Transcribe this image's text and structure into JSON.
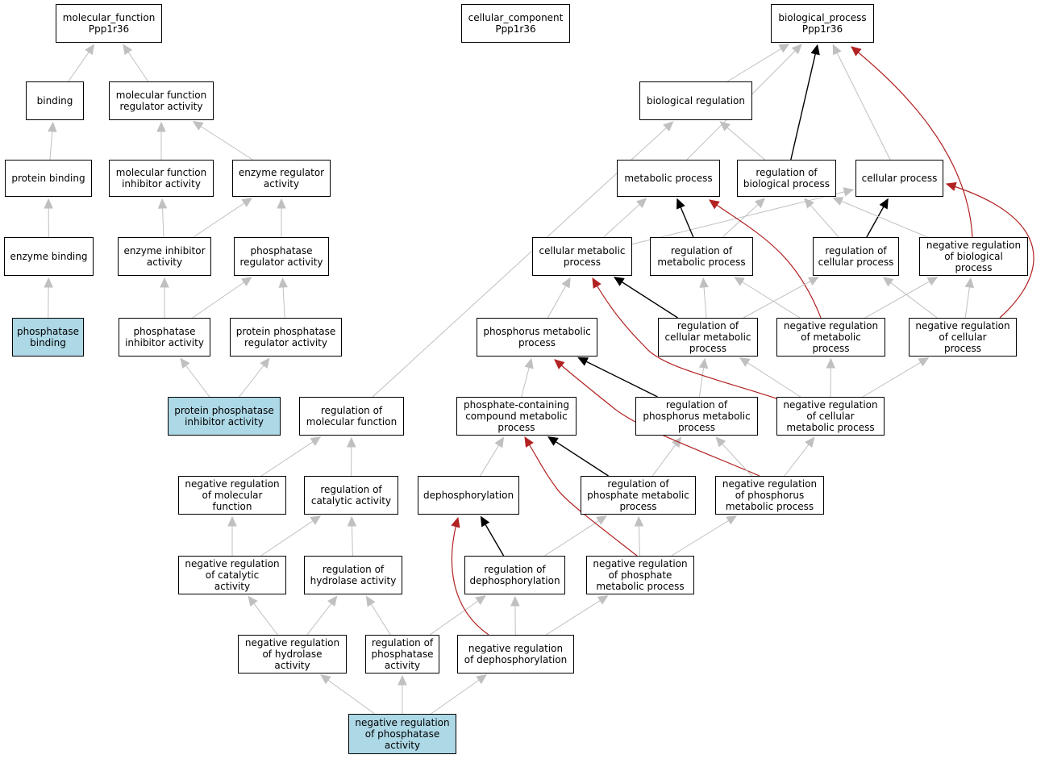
{
  "colors": {
    "default_edge": "#c0c0c0",
    "is_a_edge": "#000000",
    "negatively_regulates_edge": "#b22222",
    "highlight_fill": "#add8e6",
    "node_border": "#000000"
  },
  "nodes": {
    "mf": "molecular_function\nPpp1r36",
    "cc": "cellular_component\nPpp1r36",
    "bp": "biological_process\nPpp1r36",
    "binding": "binding",
    "mfra": "molecular function\nregulator activity",
    "biolreg": "biological regulation",
    "protbind": "protein binding",
    "mfia": "molecular function\ninhibitor activity",
    "enzreg": "enzyme regulator\nactivity",
    "metproc": "metabolic process",
    "regbp": "regulation of\nbiological process",
    "cellproc": "cellular process",
    "enzbind": "enzyme binding",
    "enzinh": "enzyme inhibitor\nactivity",
    "phosreg": "phosphatase\nregulator activity",
    "cellmet": "cellular metabolic\nprocess",
    "regmet": "regulation of\nmetabolic process",
    "regcell": "regulation of\ncellular process",
    "negregbp": "negative regulation\nof biological\nprocess",
    "phosbind": "phosphatase\nbinding",
    "phosinh": "phosphatase\ninhibitor activity",
    "ppreg": "protein phosphatase\nregulator activity",
    "phosmet": "phosphorus metabolic\nprocess",
    "regcellmet": "regulation of\ncellular metabolic\nprocess",
    "negregmet": "negative regulation\nof metabolic\nprocess",
    "negregcell": "negative regulation\nof cellular\nprocess",
    "ppinh": "protein phosphatase\ninhibitor activity",
    "regmf": "regulation of\nmolecular function",
    "phoscont": "phosphate-containing\ncompound metabolic\nprocess",
    "regphosmet": "regulation of\nphosphorus metabolic\nprocess",
    "negregcellmet": "negative regulation\nof cellular\nmetabolic process",
    "negregmf": "negative regulation\nof molecular\nfunction",
    "regcat": "regulation of\ncatalytic activity",
    "dephos": "dephosphorylation",
    "regphatemet": "regulation of\nphosphate metabolic\nprocess",
    "negregphosmet": "negative regulation\nof phosphorus\nmetabolic process",
    "negregcat": "negative regulation\nof catalytic\nactivity",
    "reghydro": "regulation of\nhydrolase activity",
    "regdephos": "regulation of\ndephosphorylation",
    "negregphatemet": "negative regulation\nof phosphate\nmetabolic process",
    "negreghydro": "negative regulation\nof hydrolase\nactivity",
    "regphosact": "regulation of\nphosphatase\nactivity",
    "negregdephos": "negative regulation\nof dephosphorylation",
    "negregphosact": "negative regulation\nof phosphatase\nactivity"
  },
  "highlighted": [
    "phosbind",
    "ppinh",
    "negregphosact"
  ],
  "edges": [
    [
      "binding",
      "mf",
      "default"
    ],
    [
      "mfra",
      "mf",
      "default"
    ],
    [
      "protbind",
      "binding",
      "default"
    ],
    [
      "mfia",
      "mfra",
      "default"
    ],
    [
      "enzreg",
      "mfra",
      "default"
    ],
    [
      "enzbind",
      "protbind",
      "default"
    ],
    [
      "enzinh",
      "mfia",
      "default"
    ],
    [
      "enzinh",
      "enzreg",
      "default"
    ],
    [
      "phosreg",
      "enzreg",
      "default"
    ],
    [
      "phosbind",
      "enzbind",
      "default"
    ],
    [
      "phosinh",
      "enzinh",
      "default"
    ],
    [
      "phosinh",
      "phosreg",
      "default"
    ],
    [
      "ppreg",
      "phosreg",
      "default"
    ],
    [
      "ppinh",
      "phosinh",
      "default"
    ],
    [
      "ppinh",
      "ppreg",
      "default"
    ],
    [
      "biolreg",
      "bp",
      "default"
    ],
    [
      "metproc",
      "bp",
      "default"
    ],
    [
      "regbp",
      "bp",
      "is_a"
    ],
    [
      "cellproc",
      "bp",
      "default"
    ],
    [
      "negregbp",
      "bp",
      "negreg"
    ],
    [
      "regbp",
      "biolreg",
      "default"
    ],
    [
      "regmf",
      "biolreg",
      "default"
    ],
    [
      "cellmet",
      "metproc",
      "default"
    ],
    [
      "cellmet",
      "cellproc",
      "default"
    ],
    [
      "regmet",
      "metproc",
      "is_a"
    ],
    [
      "regmet",
      "regbp",
      "default"
    ],
    [
      "regcell",
      "regbp",
      "default"
    ],
    [
      "regcell",
      "cellproc",
      "is_a"
    ],
    [
      "negregbp",
      "regbp",
      "default"
    ],
    [
      "negregmet",
      "metproc",
      "negreg"
    ],
    [
      "negregcell",
      "cellproc",
      "negreg"
    ],
    [
      "phosmet",
      "cellmet",
      "default"
    ],
    [
      "regcellmet",
      "cellmet",
      "is_a"
    ],
    [
      "regcellmet",
      "regmet",
      "default"
    ],
    [
      "regcellmet",
      "regcell",
      "default"
    ],
    [
      "negregmet",
      "regmet",
      "default"
    ],
    [
      "negregmet",
      "negregbp",
      "default"
    ],
    [
      "negregcell",
      "regcell",
      "default"
    ],
    [
      "negregcell",
      "negregbp",
      "default"
    ],
    [
      "phoscont",
      "phosmet",
      "default"
    ],
    [
      "regphosmet",
      "phosmet",
      "is_a"
    ],
    [
      "regphosmet",
      "regcellmet",
      "default"
    ],
    [
      "negregcellmet",
      "cellmet",
      "negreg"
    ],
    [
      "negregcellmet",
      "regcellmet",
      "default"
    ],
    [
      "negregcellmet",
      "negregmet",
      "default"
    ],
    [
      "negregcellmet",
      "negregcell",
      "default"
    ],
    [
      "dephos",
      "phoscont",
      "default"
    ],
    [
      "regphatemet",
      "phoscont",
      "is_a"
    ],
    [
      "regphatemet",
      "regphosmet",
      "default"
    ],
    [
      "negregphosmet",
      "phosmet",
      "negreg"
    ],
    [
      "negregphosmet",
      "regphosmet",
      "default"
    ],
    [
      "negregphosmet",
      "negregcellmet",
      "default"
    ],
    [
      "negregmf",
      "regmf",
      "default"
    ],
    [
      "regcat",
      "regmf",
      "default"
    ],
    [
      "negregcat",
      "negregmf",
      "default"
    ],
    [
      "negregcat",
      "regcat",
      "default"
    ],
    [
      "reghydro",
      "regcat",
      "default"
    ],
    [
      "regdephos",
      "dephos",
      "is_a"
    ],
    [
      "regdephos",
      "regphatemet",
      "default"
    ],
    [
      "negregphatemet",
      "phoscont",
      "negreg"
    ],
    [
      "negregphatemet",
      "regphatemet",
      "default"
    ],
    [
      "negregphatemet",
      "negregphosmet",
      "default"
    ],
    [
      "negreghydro",
      "negregcat",
      "default"
    ],
    [
      "negreghydro",
      "reghydro",
      "default"
    ],
    [
      "regphosact",
      "reghydro",
      "default"
    ],
    [
      "regphosact",
      "regdephos",
      "default"
    ],
    [
      "negregdephos",
      "dephos",
      "negreg"
    ],
    [
      "negregdephos",
      "regdephos",
      "default"
    ],
    [
      "negregdephos",
      "negregphatemet",
      "default"
    ],
    [
      "negregphosact",
      "negreghydro",
      "default"
    ],
    [
      "negregphosact",
      "regphosact",
      "default"
    ],
    [
      "negregphosact",
      "negregdephos",
      "default"
    ]
  ]
}
